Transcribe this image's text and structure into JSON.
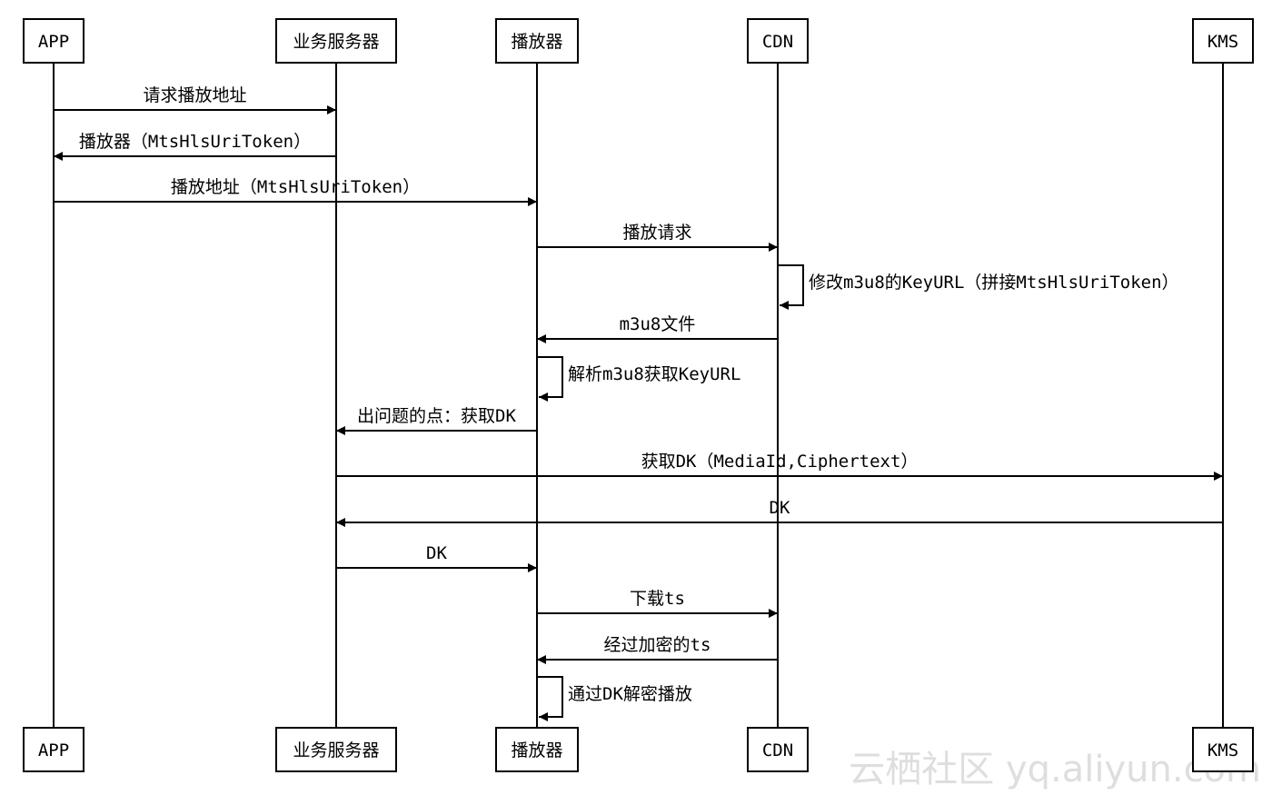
{
  "participants": [
    {
      "id": "app",
      "label": "APP"
    },
    {
      "id": "biz",
      "label": "业务服务器"
    },
    {
      "id": "player",
      "label": "播放器"
    },
    {
      "id": "cdn",
      "label": "CDN"
    },
    {
      "id": "kms",
      "label": "KMS"
    }
  ],
  "messages": [
    {
      "from": "app",
      "to": "biz",
      "label": "请求播放地址"
    },
    {
      "from": "biz",
      "to": "app",
      "label": "播放器（MtsHlsUriToken）"
    },
    {
      "from": "app",
      "to": "player",
      "label": "播放地址（MtsHlsUriToken）"
    },
    {
      "from": "player",
      "to": "cdn",
      "label": "播放请求"
    },
    {
      "from": "cdn",
      "to": "cdn",
      "label": "修改m3u8的KeyURL（拼接MtsHlsUriToken）"
    },
    {
      "from": "cdn",
      "to": "player",
      "label": "m3u8文件"
    },
    {
      "from": "player",
      "to": "player",
      "label": "解析m3u8获取KeyURL"
    },
    {
      "from": "player",
      "to": "biz",
      "label": "出问题的点：获取DK"
    },
    {
      "from": "biz",
      "to": "kms",
      "label": "获取DK（MediaId,Ciphertext）"
    },
    {
      "from": "kms",
      "to": "biz",
      "label": "DK"
    },
    {
      "from": "biz",
      "to": "player",
      "label": "DK"
    },
    {
      "from": "player",
      "to": "cdn",
      "label": "下载ts"
    },
    {
      "from": "cdn",
      "to": "player",
      "label": "经过加密的ts"
    },
    {
      "from": "player",
      "to": "player",
      "label": "通过DK解密播放"
    }
  ],
  "watermark": "云栖社区 yq.aliyun.com"
}
